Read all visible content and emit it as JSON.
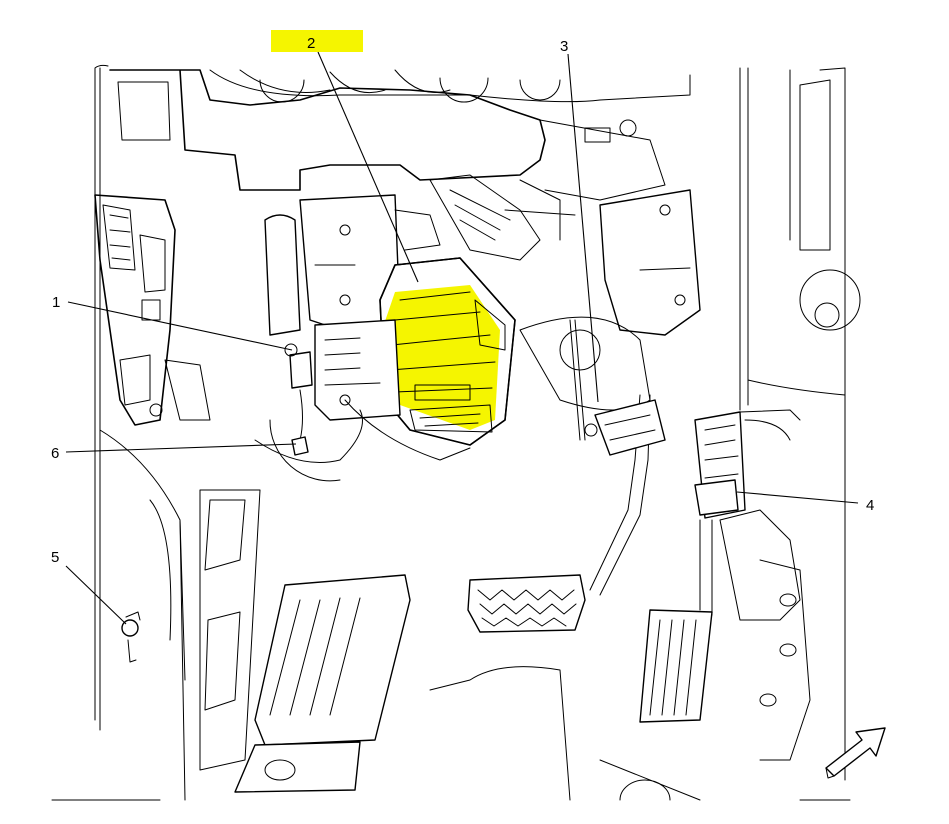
{
  "callouts": [
    {
      "id": "1",
      "label": "1",
      "highlighted": false
    },
    {
      "id": "2",
      "label": "2",
      "highlighted": true
    },
    {
      "id": "3",
      "label": "3",
      "highlighted": false
    },
    {
      "id": "4",
      "label": "4",
      "highlighted": false
    },
    {
      "id": "5",
      "label": "5",
      "highlighted": false
    },
    {
      "id": "6",
      "label": "6",
      "highlighted": false
    }
  ],
  "colors": {
    "highlight": "#f5f500",
    "line": "#000000",
    "background": "#ffffff"
  },
  "icons": {
    "direction": "forward-arrow-icon"
  }
}
